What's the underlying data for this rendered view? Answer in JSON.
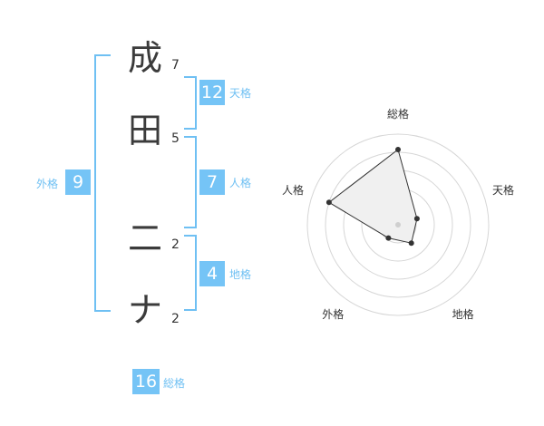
{
  "colors": {
    "accent": "#75c4f6",
    "bracket": "#6fc0f3",
    "label": "#6fc0f3",
    "text": "#333333",
    "grid": "#d6d6d6",
    "fill": "#f0f0f0"
  },
  "name": {
    "chars": [
      {
        "char": "成",
        "strokes": "7"
      },
      {
        "char": "田",
        "strokes": "5"
      },
      {
        "char": "二",
        "strokes": "2"
      },
      {
        "char": "ナ",
        "strokes": "2"
      }
    ]
  },
  "kakusu": {
    "tenkaku": {
      "value": "12",
      "label": "天格"
    },
    "jinkaku": {
      "value": "7",
      "label": "人格"
    },
    "chikaku": {
      "value": "4",
      "label": "地格"
    },
    "gaikaku": {
      "value": "9",
      "label": "外格"
    },
    "soukaku": {
      "value": "16",
      "label": "総格"
    }
  },
  "chart_data": {
    "type": "radar",
    "axes": [
      "総格",
      "天格",
      "地格",
      "外格",
      "人格"
    ],
    "values": [
      0.83,
      0.22,
      0.25,
      0.18,
      0.8
    ],
    "rings": 5,
    "grid": true
  }
}
